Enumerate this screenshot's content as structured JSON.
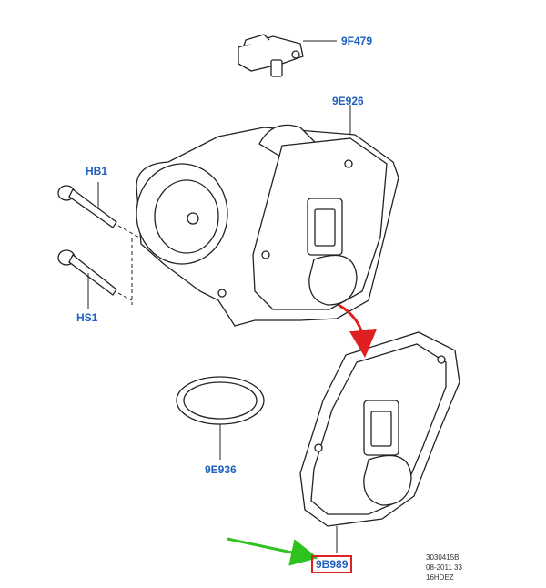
{
  "labels": {
    "sensor": "9F479",
    "throttle_body": "9E926",
    "bolt_upper": "HB1",
    "bolt_lower": "HS1",
    "gasket": "9E936",
    "actuator_cover": "9B989"
  },
  "reference": {
    "line1": "3030415B",
    "line2": "08-2011 33",
    "line3": "16HDEZ"
  },
  "colors": {
    "label_blue": "#1f5fbf",
    "highlight_red": "#e02020",
    "arrow_red": "#e02020",
    "arrow_green": "#2ec21e",
    "line_art": "#222222"
  },
  "highlighted_part": "9B989"
}
